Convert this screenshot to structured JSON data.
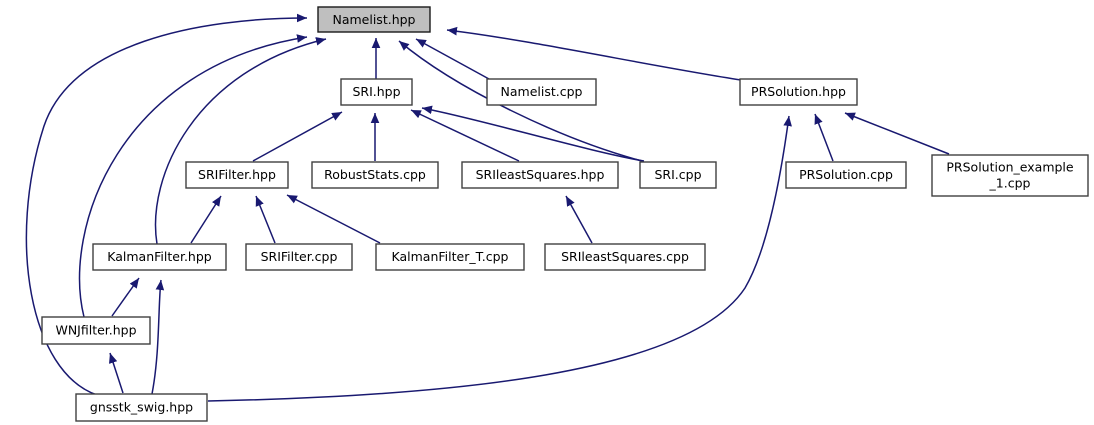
{
  "graph": {
    "kind": "include-dependency-graph",
    "colors": {
      "edge": "#191970",
      "node_border": "#404040",
      "node_fill": "#ffffff",
      "highlight_fill": "#bfbfbf",
      "text": "#000000",
      "background": "#ffffff"
    },
    "nodes": [
      {
        "id": "namelist-hpp",
        "label": "Namelist.hpp",
        "highlighted": true
      },
      {
        "id": "sri-hpp",
        "label": "SRI.hpp",
        "highlighted": false
      },
      {
        "id": "namelist-cpp",
        "label": "Namelist.cpp",
        "highlighted": false
      },
      {
        "id": "prsolution-hpp",
        "label": "PRSolution.hpp",
        "highlighted": false
      },
      {
        "id": "srifilter-hpp",
        "label": "SRIFilter.hpp",
        "highlighted": false
      },
      {
        "id": "robuststats-cpp",
        "label": "RobustStats.cpp",
        "highlighted": false
      },
      {
        "id": "srileastsquares-hpp",
        "label": "SRIleastSquares.hpp",
        "highlighted": false
      },
      {
        "id": "sri-cpp",
        "label": "SRI.cpp",
        "highlighted": false
      },
      {
        "id": "prsolution-cpp",
        "label": "PRSolution.cpp",
        "highlighted": false
      },
      {
        "id": "prsolution-example-1-cpp",
        "label": "PRSolution_example_1.cpp",
        "lines": [
          "PRSolution_example",
          "_1.cpp"
        ],
        "highlighted": false
      },
      {
        "id": "kalmanfilter-hpp",
        "label": "KalmanFilter.hpp",
        "highlighted": false
      },
      {
        "id": "srifilter-cpp",
        "label": "SRIFilter.cpp",
        "highlighted": false
      },
      {
        "id": "kalmanfilter-t-cpp",
        "label": "KalmanFilter_T.cpp",
        "highlighted": false
      },
      {
        "id": "srileastsquares-cpp",
        "label": "SRIleastSquares.cpp",
        "highlighted": false
      },
      {
        "id": "wnjfilter-hpp",
        "label": "WNJfilter.hpp",
        "highlighted": false
      },
      {
        "id": "gnsstk-swig-hpp",
        "label": "gnsstk_swig.hpp",
        "highlighted": false
      }
    ],
    "edges": [
      {
        "from": "SRI.hpp",
        "to": "Namelist.hpp"
      },
      {
        "from": "Namelist.cpp",
        "to": "Namelist.hpp"
      },
      {
        "from": "PRSolution.hpp",
        "to": "Namelist.hpp"
      },
      {
        "from": "SRI.cpp",
        "to": "Namelist.hpp"
      },
      {
        "from": "KalmanFilter.hpp",
        "to": "Namelist.hpp"
      },
      {
        "from": "WNJfilter.hpp",
        "to": "Namelist.hpp"
      },
      {
        "from": "gnsstk_swig.hpp",
        "to": "Namelist.hpp"
      },
      {
        "from": "SRIFilter.hpp",
        "to": "SRI.hpp"
      },
      {
        "from": "RobustStats.cpp",
        "to": "SRI.hpp"
      },
      {
        "from": "SRIleastSquares.hpp",
        "to": "SRI.hpp"
      },
      {
        "from": "SRI.cpp",
        "to": "SRI.hpp"
      },
      {
        "from": "KalmanFilter.hpp",
        "to": "SRIFilter.hpp"
      },
      {
        "from": "SRIFilter.cpp",
        "to": "SRIFilter.hpp"
      },
      {
        "from": "KalmanFilter_T.cpp",
        "to": "SRIFilter.hpp"
      },
      {
        "from": "SRIleastSquares.cpp",
        "to": "SRIleastSquares.hpp"
      },
      {
        "from": "WNJfilter.hpp",
        "to": "KalmanFilter.hpp"
      },
      {
        "from": "gnsstk_swig.hpp",
        "to": "KalmanFilter.hpp"
      },
      {
        "from": "gnsstk_swig.hpp",
        "to": "WNJfilter.hpp"
      },
      {
        "from": "PRSolution.cpp",
        "to": "PRSolution.hpp"
      },
      {
        "from": "PRSolution_example_1.cpp",
        "to": "PRSolution.hpp"
      },
      {
        "from": "gnsstk_swig.hpp",
        "to": "PRSolution.hpp"
      }
    ]
  }
}
